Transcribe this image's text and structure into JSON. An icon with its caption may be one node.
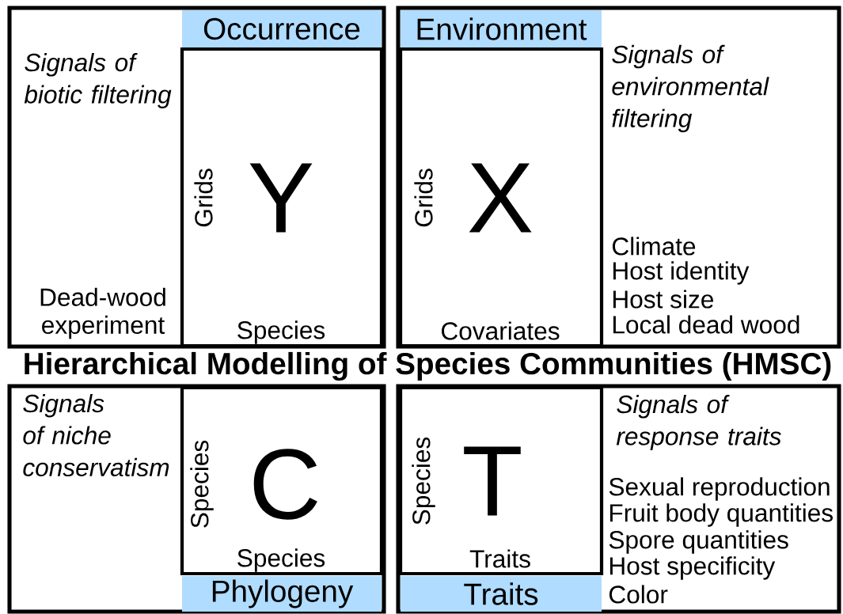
{
  "diagram": {
    "title": "Hierarchical Modelling of Species Communities (HMSC)",
    "nodes": [
      {
        "text": [
          "Signals of biotic filtering",
          "Dead-wood experiment"
        ]
      },
      {
        "text": [
          "Occurrence"
        ],
        "in": 0
      },
      {
        "text": [
          "Y",
          "Grids",
          "Species"
        ],
        "in": 0
      },
      {
        "text": [
          "Signals of environmental filtering",
          "Climate",
          "Host identity",
          "Host size",
          "Local dead wood"
        ]
      },
      {
        "text": [
          "Environment"
        ],
        "in": 3
      },
      {
        "text": [
          "X",
          "Grids",
          "Covariates"
        ],
        "in": 3
      },
      {
        "text": [
          "Signals of niche conservatism"
        ]
      },
      {
        "text": [
          "C",
          "Species",
          "Species"
        ],
        "in": 6
      },
      {
        "text": [
          "Phylogeny"
        ],
        "in": 6
      },
      {
        "text": [
          "Signals of response traits",
          "Sexual reproduction",
          "Fruit body quantities",
          "Spore quantities",
          "Host specificity",
          "Color"
        ]
      },
      {
        "text": [
          "T",
          "Species",
          "Traits"
        ],
        "in": 9
      },
      {
        "text": [
          "Traits"
        ],
        "in": 9
      }
    ]
  }
}
